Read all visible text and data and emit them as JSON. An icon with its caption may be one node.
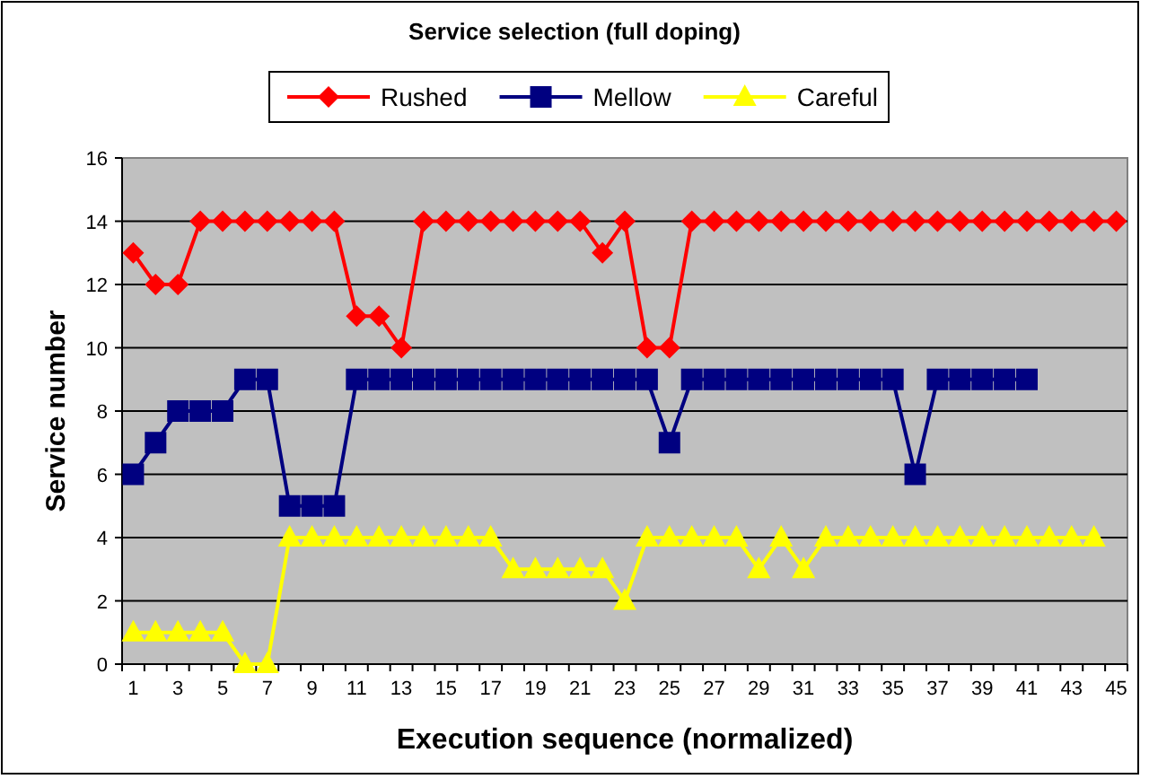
{
  "diagram": {
    "chart_data": {
      "type": "line",
      "title": "Service selection (full doping)",
      "xlabel": "Execution sequence (normalized)",
      "ylabel": "Service number",
      "x": [
        1,
        2,
        3,
        4,
        5,
        6,
        7,
        8,
        9,
        10,
        11,
        12,
        13,
        14,
        15,
        16,
        17,
        18,
        19,
        20,
        21,
        22,
        23,
        24,
        25,
        26,
        27,
        28,
        29,
        30,
        31,
        32,
        33,
        34,
        35,
        36,
        37,
        38,
        39,
        40,
        41,
        42,
        43,
        44,
        45
      ],
      "xlim": [
        0.5,
        45.5
      ],
      "xticks": [
        1,
        3,
        5,
        7,
        9,
        11,
        13,
        15,
        17,
        19,
        21,
        23,
        25,
        27,
        29,
        31,
        33,
        35,
        37,
        39,
        41,
        43,
        45
      ],
      "ylim": [
        0,
        16
      ],
      "yticks": [
        0,
        2,
        4,
        6,
        8,
        10,
        12,
        14,
        16
      ],
      "grid": "y",
      "legend": "top",
      "series": [
        {
          "name": "Rushed",
          "color": "#ff0000",
          "marker": "diamond",
          "values": [
            13,
            12,
            12,
            14,
            14,
            14,
            14,
            14,
            14,
            14,
            11,
            11,
            10,
            14,
            14,
            14,
            14,
            14,
            14,
            14,
            14,
            13,
            14,
            10,
            10,
            14,
            14,
            14,
            14,
            14,
            14,
            14,
            14,
            14,
            14,
            14,
            14,
            14,
            14,
            14,
            14,
            14,
            14,
            14,
            14
          ]
        },
        {
          "name": "Mellow",
          "color": "#000080",
          "marker": "square",
          "values": [
            6,
            7,
            8,
            8,
            8,
            9,
            9,
            5,
            5,
            5,
            9,
            9,
            9,
            9,
            9,
            9,
            9,
            9,
            9,
            9,
            9,
            9,
            9,
            9,
            7,
            9,
            9,
            9,
            9,
            9,
            9,
            9,
            9,
            9,
            9,
            6,
            9,
            9,
            9,
            9,
            9,
            null,
            null,
            null,
            null
          ]
        },
        {
          "name": "Careful",
          "color": "#ffff00",
          "marker": "triangle",
          "values": [
            1,
            1,
            1,
            1,
            1,
            0,
            0,
            4,
            4,
            4,
            4,
            4,
            4,
            4,
            4,
            4,
            4,
            3,
            3,
            3,
            3,
            3,
            2,
            4,
            4,
            4,
            4,
            4,
            3,
            4,
            3,
            4,
            4,
            4,
            4,
            4,
            4,
            4,
            4,
            4,
            4,
            4,
            4,
            4,
            null
          ]
        }
      ]
    }
  }
}
